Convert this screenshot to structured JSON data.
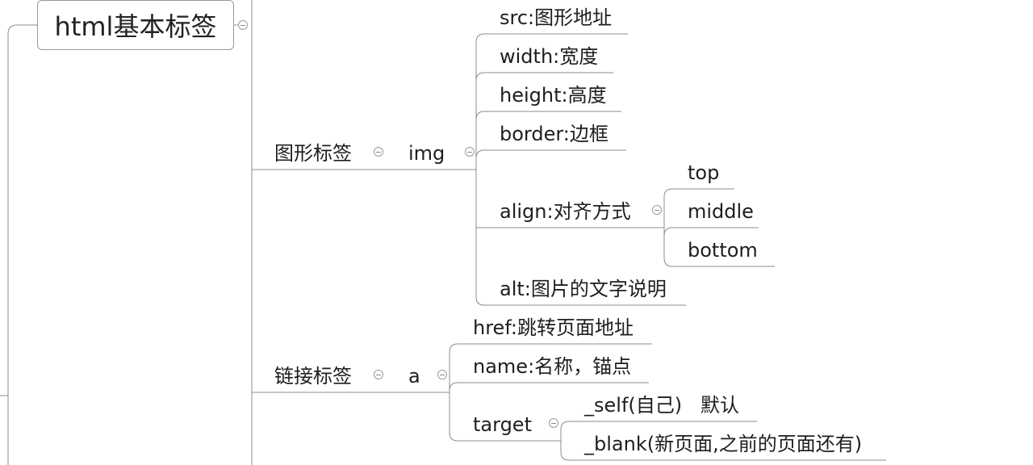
{
  "root": {
    "label": "html基本标签"
  },
  "img_branch": {
    "label": "图形标签",
    "tag": "img",
    "attrs": [
      "src:图形地址",
      "width:宽度",
      "height:高度",
      "border:边框",
      "align:对齐方式",
      "alt:图片的文字说明"
    ],
    "align_values": [
      "top",
      "middle",
      "bottom"
    ]
  },
  "a_branch": {
    "label": "链接标签",
    "tag": "a",
    "attrs": [
      "href:跳转页面地址",
      "name:名称，锚点",
      "target"
    ],
    "target_values": [
      "_self(自己)   默认",
      "_blank(新页面,之前的页面还有)"
    ]
  }
}
